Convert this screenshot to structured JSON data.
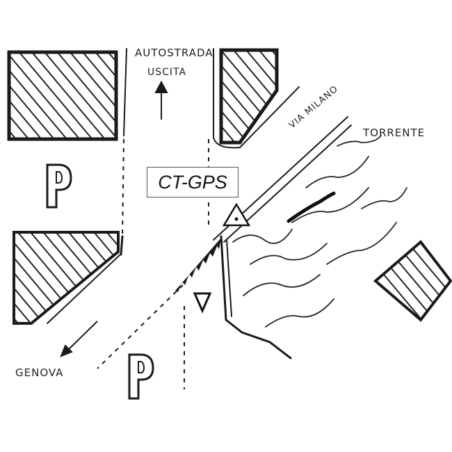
{
  "map": {
    "labels": {
      "autostrada": "AUTOSTRADA",
      "uscita": "USCITA",
      "via_milano": "VIA MILANO",
      "torrente": "TORRENTE",
      "genova": "GENOVA"
    },
    "parking_symbol": "P",
    "callout": "CT-GPS",
    "colors": {
      "ink": "#222222",
      "background": "#ffffff"
    },
    "icons": [
      "hatched-block",
      "parking-icon",
      "gps-triangle-marker",
      "triangle-outline-marker",
      "arrow-up",
      "arrow-down-left"
    ]
  }
}
